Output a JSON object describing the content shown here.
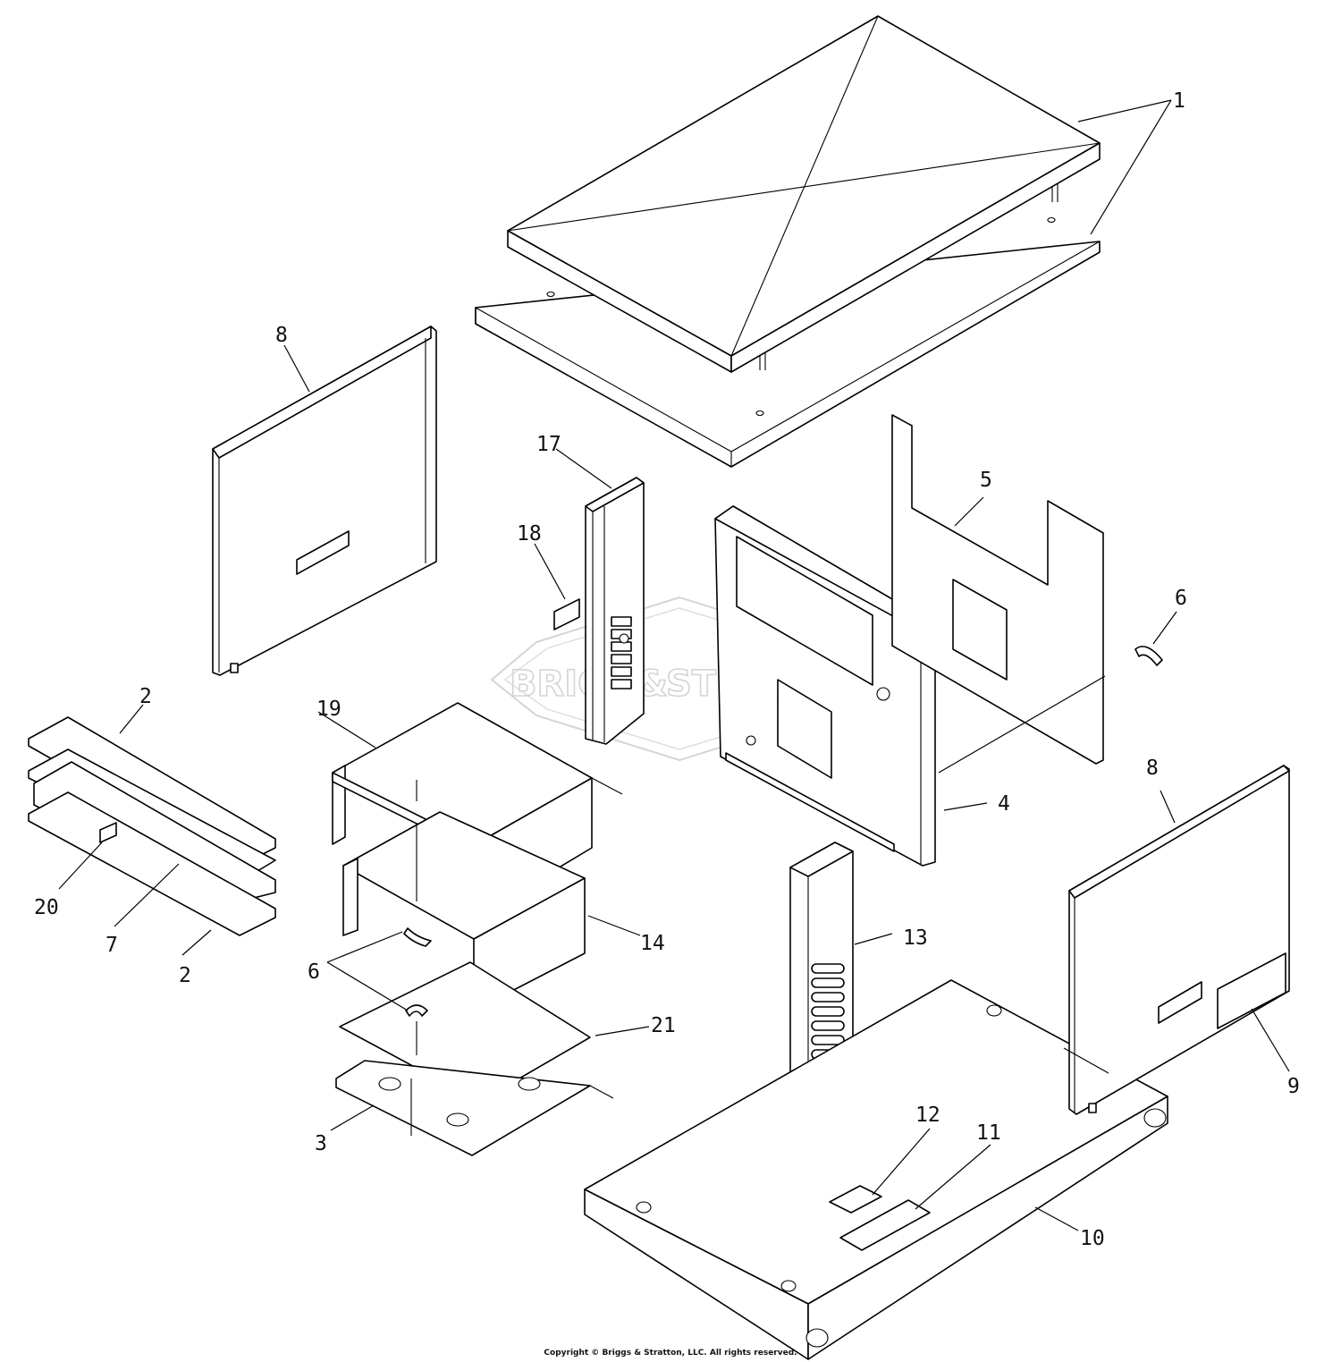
{
  "watermark": {
    "brand_left": "BRIGG",
    "brand_amp": "&",
    "brand_right": "STRATTON"
  },
  "callouts": [
    {
      "id": "1",
      "text": "1"
    },
    {
      "id": "2a",
      "text": "2"
    },
    {
      "id": "2b",
      "text": "2"
    },
    {
      "id": "3",
      "text": "3"
    },
    {
      "id": "4",
      "text": "4"
    },
    {
      "id": "5",
      "text": "5"
    },
    {
      "id": "6a",
      "text": "6"
    },
    {
      "id": "6b",
      "text": "6"
    },
    {
      "id": "7",
      "text": "7"
    },
    {
      "id": "8a",
      "text": "8"
    },
    {
      "id": "8b",
      "text": "8"
    },
    {
      "id": "9",
      "text": "9"
    },
    {
      "id": "10",
      "text": "10"
    },
    {
      "id": "11",
      "text": "11"
    },
    {
      "id": "12",
      "text": "12"
    },
    {
      "id": "13",
      "text": "13"
    },
    {
      "id": "14",
      "text": "14"
    },
    {
      "id": "17",
      "text": "17"
    },
    {
      "id": "18",
      "text": "18"
    },
    {
      "id": "19",
      "text": "19"
    },
    {
      "id": "20",
      "text": "20"
    },
    {
      "id": "21",
      "text": "21"
    }
  ],
  "footer": {
    "copyright": "Copyright © Briggs & Stratton, LLC. All rights reserved."
  }
}
